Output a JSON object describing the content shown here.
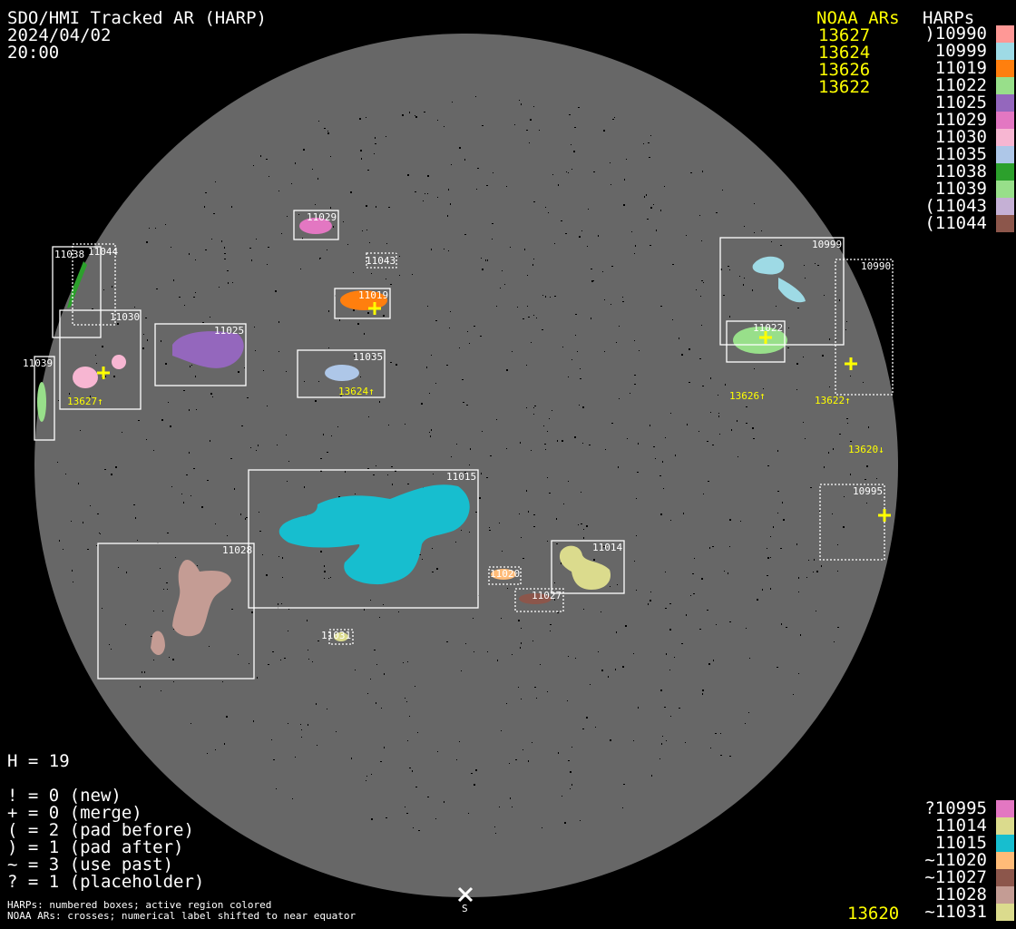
{
  "header": {
    "title": "SDO/HMI Tracked AR (HARP)",
    "date": "2024/04/02",
    "time": "20:00"
  },
  "noaa_legend": {
    "heading": "NOAA ARs",
    "items": [
      "13627",
      "13624",
      "13626",
      "13622"
    ]
  },
  "harp_legend_top": {
    "heading": "HARPs",
    "items": [
      {
        "label": ")10990",
        "color": "#ff9896"
      },
      {
        "label": "10999",
        "color": "#9edae5"
      },
      {
        "label": "11019",
        "color": "#ff7f0e"
      },
      {
        "label": "11022",
        "color": "#98df8a"
      },
      {
        "label": "11025",
        "color": "#9467bd"
      },
      {
        "label": "11029",
        "color": "#e377c2"
      },
      {
        "label": "11030",
        "color": "#f7b6d2"
      },
      {
        "label": "11035",
        "color": "#aec7e8"
      },
      {
        "label": "11038",
        "color": "#2ca02c"
      },
      {
        "label": "11039",
        "color": "#98df8a"
      },
      {
        "label": "(11043",
        "color": "#c5b0d5"
      },
      {
        "label": "(11044",
        "color": "#8c564b"
      }
    ]
  },
  "harp_legend_bottom": {
    "noaa_item": "13620",
    "items": [
      {
        "label": "?10995",
        "color": "#e377c2"
      },
      {
        "label": "11014",
        "color": "#dbdb8d"
      },
      {
        "label": "11015",
        "color": "#17becf"
      },
      {
        "label": "~11020",
        "color": "#ffbb78"
      },
      {
        "label": "~11027",
        "color": "#8c564b"
      },
      {
        "label": "11028",
        "color": "#c49c94"
      },
      {
        "label": "~11031",
        "color": "#dbdb8d"
      }
    ]
  },
  "stats": {
    "h": "H = 19",
    "lines": [
      "! = 0 (new)",
      "+ = 0 (merge)",
      "( = 2 (pad before)",
      ") = 1 (pad after)",
      "~ = 3 (use past)",
      "? = 1 (placeholder)"
    ]
  },
  "footnotes": [
    "HARPs: numbered boxes; active region colored",
    "NOAA ARs: crosses; numerical label shifted to near equator"
  ],
  "disk": {
    "south_marker": "S",
    "harps": {
      "h11029": "11029",
      "h11043": "11043",
      "h11019": "11019",
      "h11038": "11038",
      "h11044": "11044",
      "h11030": "11030",
      "h11039": "11039",
      "h11025": "11025",
      "h11035": "11035",
      "h10999": "10999",
      "h11022": "11022",
      "h10990": "10990",
      "h11015": "11015",
      "h10995": "10995",
      "h11028": "11028",
      "h11014": "11014",
      "h11020": "11020",
      "h11027": "11027",
      "h11031": "11031"
    },
    "noaa_labels": {
      "n13627": "13627↑",
      "n13624": "13624↑",
      "n13626": "13626↑",
      "n13622": "13622↑",
      "n13620": "13620↓"
    }
  }
}
